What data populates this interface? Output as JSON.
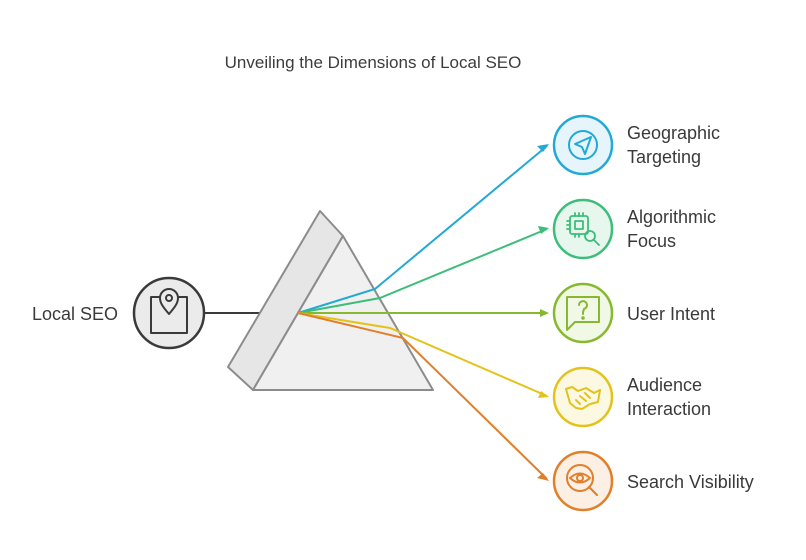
{
  "title": "Unveiling the Dimensions of Local SEO",
  "source": {
    "label": "Local SEO",
    "icon": "map-pin-icon",
    "color": "#3a3a3a"
  },
  "outputs": [
    {
      "lines": [
        "Geographic",
        "Targeting"
      ],
      "icon": "navigation-arrow-icon",
      "color": "#22a9d6",
      "fill": "#e6f5fb"
    },
    {
      "lines": [
        "Algorithmic",
        "Focus"
      ],
      "icon": "chip-magnifier-icon",
      "color": "#3cbe7a",
      "fill": "#e8f7ee"
    },
    {
      "lines": [
        "User Intent"
      ],
      "icon": "question-bubble-icon",
      "color": "#86b92f",
      "fill": "#f1f8e6"
    },
    {
      "lines": [
        "Audience",
        "Interaction"
      ],
      "icon": "handshake-icon",
      "color": "#e3c31b",
      "fill": "#fcf8e1"
    },
    {
      "lines": [
        "Search Visibility"
      ],
      "icon": "eye-magnifier-icon",
      "color": "#e17f2a",
      "fill": "#fcefe3"
    }
  ]
}
